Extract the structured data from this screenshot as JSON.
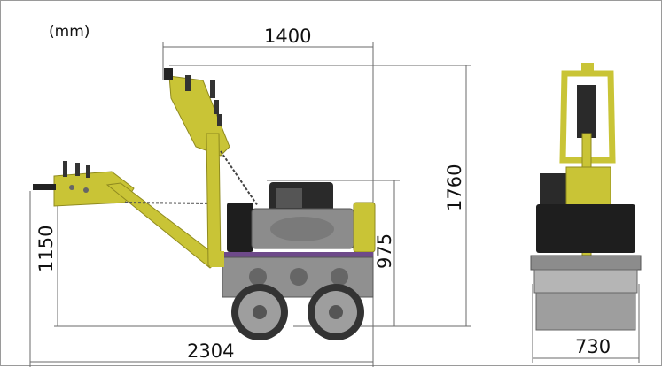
{
  "units_label": "(mm)",
  "dimensions": {
    "top_width": "1400",
    "overall_height": "1760",
    "handle_height": "1150",
    "body_height": "975",
    "overall_length": "2304",
    "front_width": "730"
  },
  "colors": {
    "frame_yellow": "#c9c436",
    "frame_yellow_dark": "#8f8a1f",
    "body_black": "#1e1e1e",
    "body_grey": "#8c8c8c",
    "drum_grey": "#9e9e9e",
    "line_grey": "#6a6a6a"
  }
}
